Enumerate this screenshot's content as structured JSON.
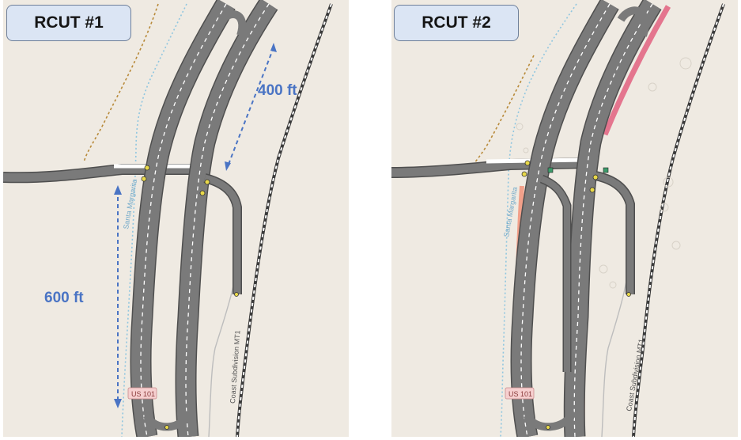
{
  "panels": [
    {
      "title": "RCUT #1",
      "dimensions": [
        {
          "text": "400 ft"
        },
        {
          "text": "600 ft"
        }
      ],
      "map_labels": {
        "creek": "Santa Margarita",
        "rail": "Coast Subdivision MT1",
        "route_shield": "US 101"
      }
    },
    {
      "title": "RCUT #2",
      "map_labels": {
        "creek": "Santa Margarita",
        "rail": "Coast Subdivision MT1",
        "route_shield": "US 101"
      }
    }
  ],
  "colors": {
    "map_background": "#efeae2",
    "road": "#7a7a7a",
    "road_edge": "#4f4f4f",
    "lane_marking": "#ffffff",
    "shoulder_pink": "#e4758e",
    "shoulder_salmon": "#f2a08a",
    "dimension_blue": "#4a74c4",
    "creek_line": "#8fc6e0",
    "trail_line": "#b88a3a",
    "title_box_fill": "#dbe5f4"
  }
}
